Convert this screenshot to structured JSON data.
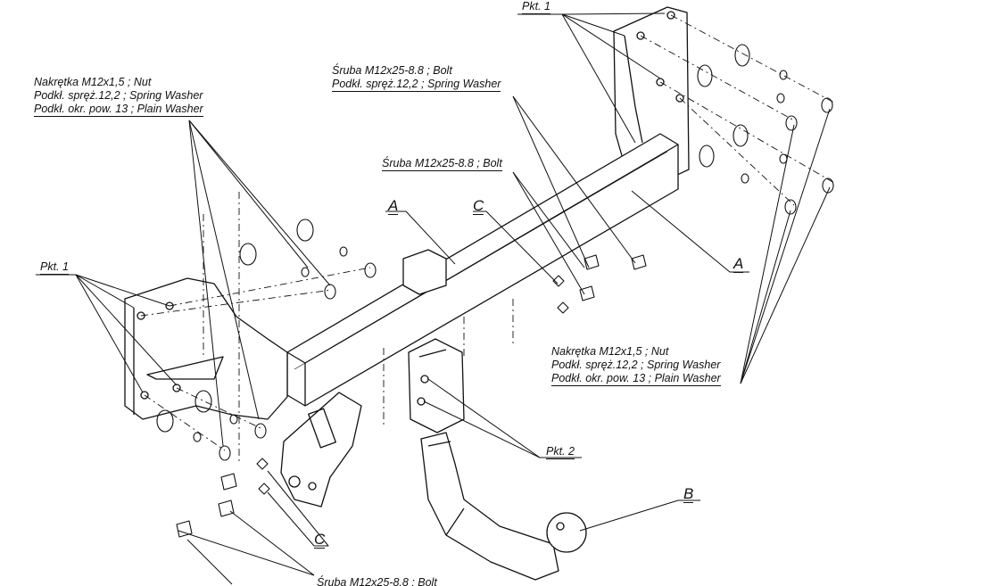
{
  "callouts": {
    "pkt1_top": "Pkt. 1",
    "pkt1_left": "Pkt. 1",
    "pkt2": "Pkt. 2",
    "a_center": "A",
    "a_right": "A",
    "b": "B",
    "c_upper": "C",
    "c_lower": "C",
    "nut_left_line1": "Nakrętka  M12x1,5 ; Nut",
    "nut_left_line2": "Podkł. spręż.12,2 ; Spring Washer",
    "nut_left_line3": "Podkł. okr. pow. 13 ; Plain Washer",
    "bolt_top_line1": "Śruba M12x25-8.8 ;  Bolt",
    "bolt_top_line2": "Podkł. spręż.12,2 ; Spring Washer",
    "bolt_mid": "Śruba M12x25-8.8 ;  Bolt",
    "nut_right_line1": "Nakrętka  M12x1,5 ; Nut",
    "nut_right_line2": "Podkł. spręż.12,2 ; Spring Washer",
    "nut_right_line3": "Podkł. okr. pow. 13 ; Plain Washer",
    "bolt_bottom": "Śruba M12x25-8.8 ;  Bolt"
  }
}
